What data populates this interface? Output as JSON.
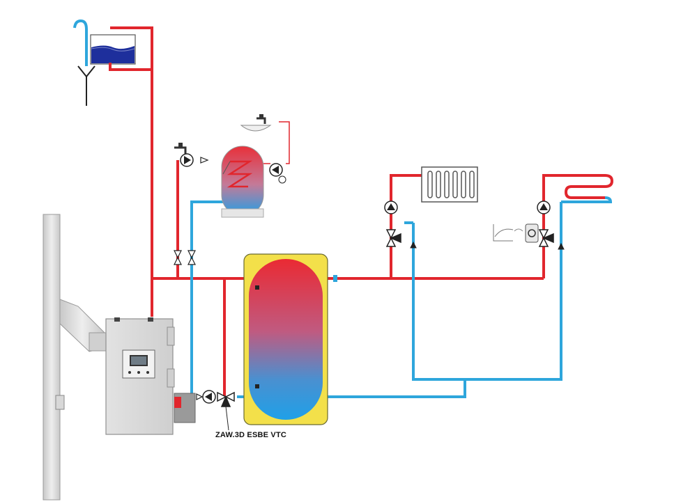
{
  "diagram": {
    "label_valve": "ZAW.3D ESBE VTC",
    "colors": {
      "hot": "#e1262d",
      "cold": "#2ea6dc",
      "boiler_body": "#dcdcdc",
      "tank_jacket": "#f3e04a",
      "tank_hot": "#e8303a",
      "tank_cold": "#2aa2e0",
      "expansion_water": "#1b2f9a"
    },
    "components": [
      "open-expansion-tank",
      "chimney",
      "solid-fuel-boiler",
      "buffer-tank",
      "dhw-cylinder",
      "radiator",
      "underfloor-heating-coil",
      "circulation-pump",
      "three-way-mixing-valve",
      "check-valve",
      "ball-valve",
      "tap",
      "controller"
    ]
  }
}
